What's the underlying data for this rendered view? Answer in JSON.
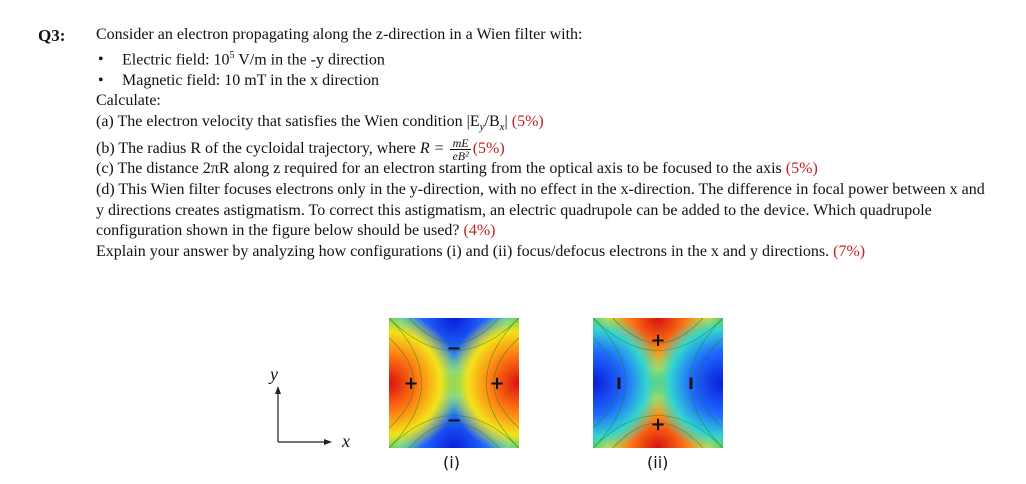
{
  "question": {
    "label": "Q3:",
    "intro": "Consider an electron propagating along the z-direction in a Wien filter with:",
    "bullets": [
      {
        "pre": "Electric field: 10",
        "sup": "5",
        "post": " V/m in the -y direction"
      },
      {
        "pre": "Magnetic field: 10 mT in the x direction",
        "sup": "",
        "post": ""
      }
    ],
    "calculate": "Calculate:",
    "part_a": {
      "text": "(a)  The electron velocity that satisfies the Wien condition |E",
      "sub1": "y",
      "mid": "/B",
      "sub2": "x",
      "end": "| ",
      "marks": "(5%)"
    },
    "part_b": {
      "text": "(b) The radius R of the cycloidal trajectory, where ",
      "formula_lhs": "R = ",
      "num": "mE",
      "den": "eB²",
      "marks": "(5%)"
    },
    "part_c": {
      "text": "(c) The distance 2πR along z required for an electron starting from the optical axis to be focused to the axis ",
      "marks": "(5%)"
    },
    "part_d": {
      "text": "(d) This Wien filter focuses electrons only in the y-direction, with no effect in the x-direction. The difference in focal power between x and y directions creates astigmatism. To correct this astigmatism, an electric quadrupole can be added to the device. Which quadrupole configuration shown in the figure below should be used? ",
      "marks": "(4%)"
    },
    "explain": {
      "text": "Explain your answer by analyzing how configurations (i) and (ii) focus/defocus electrons in the x and y directions. ",
      "marks": "(7%)"
    }
  },
  "figure": {
    "axis_y": "y",
    "axis_x": "x",
    "panels": [
      {
        "caption": "(i)",
        "signs": [
          "−",
          "+",
          "+",
          "−"
        ]
      },
      {
        "caption": "(ii)",
        "signs": [
          "+",
          "I",
          "I",
          "+"
        ]
      }
    ]
  },
  "colors": {
    "marks": "#c81e1e",
    "cool": "#1f3fe6",
    "hot": "#e8231a",
    "mid": "#2fc32f"
  }
}
